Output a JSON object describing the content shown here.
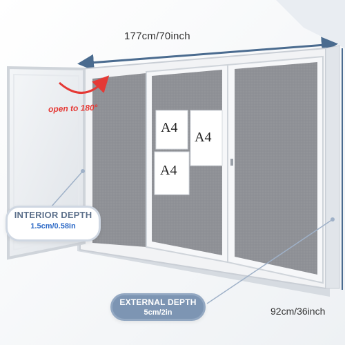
{
  "dimensions": {
    "width_label": "177cm/70inch",
    "height_label": "92cm/36inch"
  },
  "door": {
    "open_label": "open to 180°"
  },
  "interior_depth": {
    "title": "INTERIOR DEPTH",
    "value": "1.5cm/0.58in"
  },
  "external_depth": {
    "title": "EXTERNAL DEPTH",
    "value": "5cm/2in"
  },
  "papers": [
    "A4",
    "A4",
    "A4"
  ],
  "colors": {
    "frame": "#f2f3f5",
    "corkboard": "#8f9196",
    "dimension_line": "#4a6b8f",
    "accent_red": "#e53935",
    "pill_border": "#cfd7e2",
    "pill_dark": "#7d95b3"
  },
  "icons": [
    "red-arc-arrow-icon"
  ]
}
